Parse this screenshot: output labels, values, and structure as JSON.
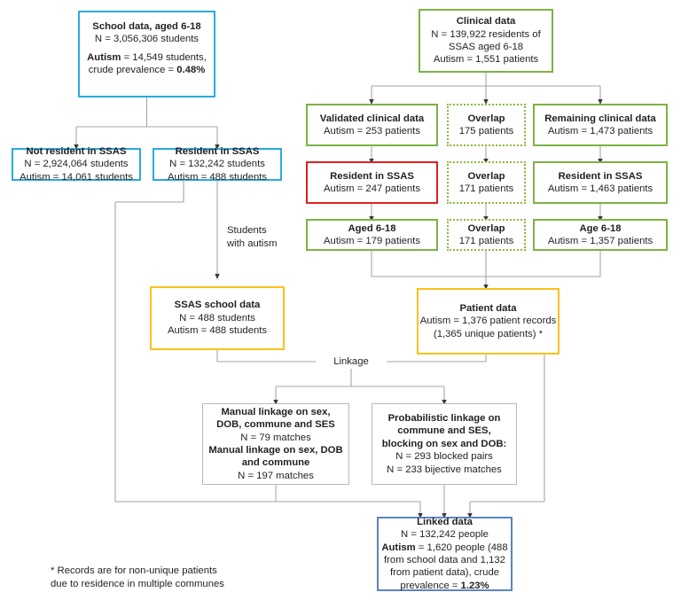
{
  "diagram": {
    "title": "Study flow diagram: linkage of school data and clinical data",
    "colors": {
      "school_blue": "#29abe2",
      "clinical_green": "#7cb342",
      "highlight_red": "#e02020",
      "overlap_dotted_green": "#8cb93b",
      "dataset_yellow": "#fbc11b",
      "linked_steel_blue": "#5b84c4",
      "connector_gray": "#a6a6a6",
      "text": "#231f20"
    }
  },
  "nodes": {
    "school_data": {
      "title": "School data, aged 6-18",
      "line1": "N = 3,056,306 students",
      "line2_label": "Autism",
      "line2_rest": " = 14,549 students,",
      "line3_prefix": "crude prevalence = ",
      "line3_value": "0.48%"
    },
    "clinical_data": {
      "title": "Clinical data",
      "line1": "N = 139,922 residents of",
      "line2": "SSAS aged 6-18",
      "line3": "Autism = 1,551 patients"
    },
    "not_resident_ssas": {
      "title": "Not resident in SSAS",
      "line1": "N = 2,924,064 students",
      "line2": "Autism = 14,061 students"
    },
    "resident_ssas_school": {
      "title": "Resident in SSAS",
      "line1": "N = 132,242 students",
      "line2": "Autism = 488 students"
    },
    "validated_clinical": {
      "title": "Validated clinical data",
      "line1": "Autism = 253 patients"
    },
    "overlap_1": {
      "title": "Overlap",
      "line1": "175 patients"
    },
    "remaining_clinical": {
      "title": "Remaining clinical data",
      "line1": "Autism = 1,473 patients"
    },
    "resident_ssas_validated": {
      "title": "Resident in SSAS",
      "line1": "Autism = 247 patients"
    },
    "overlap_2": {
      "title": "Overlap",
      "line1": "171 patients"
    },
    "resident_ssas_remaining": {
      "title": "Resident in SSAS",
      "line1": "Autism = 1,463 patients"
    },
    "aged_validated": {
      "title": "Aged 6-18",
      "line1": "Autism = 179 patients"
    },
    "overlap_3": {
      "title": "Overlap",
      "line1": "171 patients"
    },
    "age_remaining": {
      "title": "Age 6-18",
      "line1": "Autism = 1,357 patients"
    },
    "ssas_school_data": {
      "title": "SSAS school data",
      "line1": "N = 488 students",
      "line2": "Autism = 488 students"
    },
    "patient_data": {
      "title": "Patient data",
      "line1": "Autism = 1,376 patient records",
      "line2": "(1,365 unique patients) *"
    },
    "manual_linkage": {
      "line1": "Manual linkage on sex,",
      "line2": "DOB, commune and SES",
      "line3": "N = 79 matches",
      "line4": "Manual linkage on sex, DOB",
      "line5": "and commune",
      "line6": "N = 197 matches"
    },
    "probabilistic_linkage": {
      "line1": "Probabilistic linkage on",
      "line2": "commune and SES,",
      "line3": "blocking on sex and DOB:",
      "line4": "N = 293 blocked pairs",
      "line5": "N = 233 bijective matches"
    },
    "linked_data": {
      "title": "Linked data",
      "line1": "N = 132,242 people",
      "line2_label": "Autism",
      "line2_rest": " = 1,620 people (488",
      "line3": "from school data and 1,132",
      "line4": "from patient data), crude",
      "line5_prefix": "prevalence = ",
      "line5_value": "1.23%"
    }
  },
  "edge_labels": {
    "students_with_autism_l1": "Students",
    "students_with_autism_l2": "with autism",
    "linkage": "Linkage"
  },
  "footnote": {
    "line1": "* Records are for non-unique patients",
    "line2": "due to residence in multiple communes"
  }
}
